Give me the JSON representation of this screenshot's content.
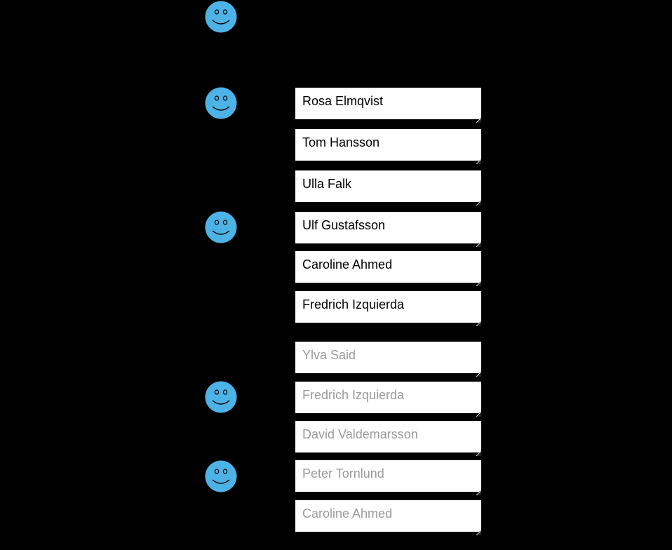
{
  "colors": {
    "background": "#000000",
    "smiley_fill": "#4db3e6",
    "active_text": "#000000",
    "inactive_text": "#9a9a9a",
    "box_fill": "#ffffff"
  },
  "actors": [
    {
      "icon": "smiley-icon"
    },
    {
      "icon": "smiley-icon"
    },
    {
      "icon": "smiley-icon"
    },
    {
      "icon": "smiley-icon"
    },
    {
      "icon": "smiley-icon"
    }
  ],
  "names": [
    {
      "label": "Rosa Elmqvist",
      "status": "active"
    },
    {
      "label": "Tom Hansson",
      "status": "active"
    },
    {
      "label": "Ulla Falk",
      "status": "active"
    },
    {
      "label": "Ulf Gustafsson",
      "status": "active"
    },
    {
      "label": "Caroline Ahmed",
      "status": "active"
    },
    {
      "label": "Fredrich Izquierda",
      "status": "active"
    },
    {
      "label": "Ylva Said",
      "status": "inactive"
    },
    {
      "label": "Fredrich Izquierda",
      "status": "inactive"
    },
    {
      "label": "David Valdemarsson",
      "status": "inactive"
    },
    {
      "label": "Peter Tornlund",
      "status": "inactive"
    },
    {
      "label": "Caroline Ahmed",
      "status": "inactive"
    }
  ]
}
